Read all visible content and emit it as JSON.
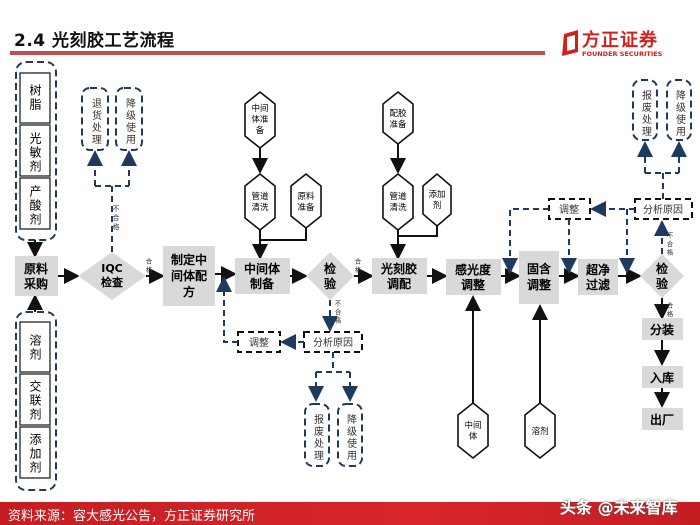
{
  "header": {
    "title": "2.4 光刻胶工艺流程",
    "logo_cn": "方正证券",
    "logo_en": "FOUNDER SECURITIES"
  },
  "colors": {
    "accent_red": "#d0211c",
    "box_gray": "#d9d9d9",
    "dashed_blue": "#1f3a5f",
    "title_rule": "#c0504d"
  },
  "raw_materials_top": [
    "树脂",
    "光敏剂",
    "产酸剂"
  ],
  "raw_materials_bottom": [
    "溶剂",
    "交联剂",
    "添加剂"
  ],
  "main_flow": {
    "procurement": "原料采购",
    "iqc": "IQC检查",
    "formula": "制定中间体配方",
    "intermediate_prep": "中间体制备",
    "inspect1": "检验",
    "resist_mix": "光刻胶调配",
    "sensitivity": "感光度调整",
    "solid_content": "固含调整",
    "filtration": "超净过滤",
    "inspect2": "检验",
    "packaging": "分装",
    "storage": "入库",
    "shipment": "出厂"
  },
  "hexagons": {
    "intermediate_ready": "中间体准备",
    "pipe_clean1": "管道清洗",
    "material_ready": "原料准备",
    "resist_ready": "配胶准备",
    "pipe_clean2": "管道清洗",
    "additive": "添加剂",
    "intermediate": "中间体",
    "solvent": "溶剂"
  },
  "labels": {
    "pass": "合格",
    "fail": "不合格",
    "adjust": "调整",
    "analyze": "分析原因",
    "return": "退货处理",
    "downgrade": "降级使用",
    "scrap": "报废处理"
  },
  "footer": {
    "source": "资料来源：容大感光公告，方正证券研究所",
    "watermark": "头条 @未来智库"
  }
}
